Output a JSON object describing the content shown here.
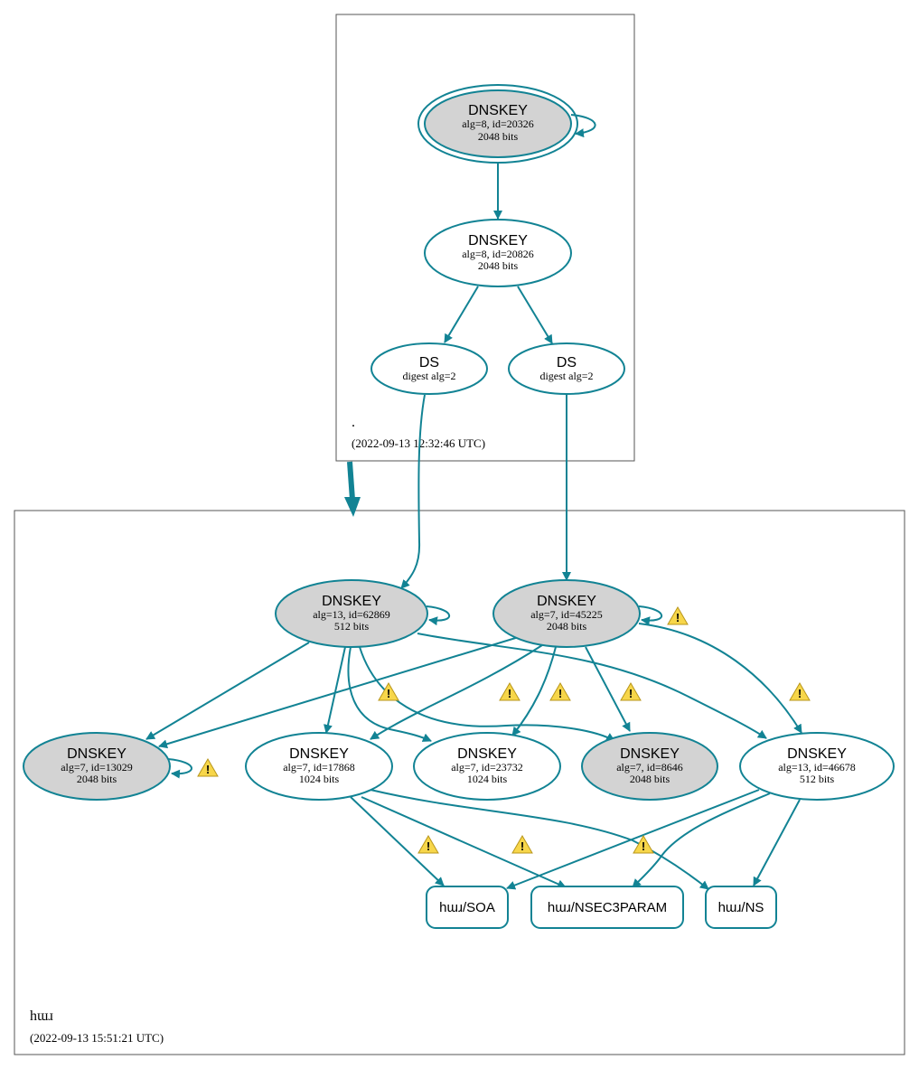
{
  "colors": {
    "edge": "#128394",
    "ksk_fill": "#d3d3d3",
    "warning_fill": "#f7d64a"
  },
  "zones": [
    {
      "name": ".",
      "date": "(2022-09-13 12:32:46 UTC)"
    },
    {
      "name": "hɯɹ",
      "date": "(2022-09-13 15:51:21 UTC)"
    }
  ],
  "nodes": {
    "root_dnskey_20326": {
      "title": "DNSKEY",
      "line1": "alg=8, id=20326",
      "line2": "2048 bits"
    },
    "root_dnskey_20826": {
      "title": "DNSKEY",
      "line1": "alg=8, id=20826",
      "line2": "2048 bits"
    },
    "root_ds_1": {
      "title": "DS",
      "line1": "digest alg=2"
    },
    "root_ds_2": {
      "title": "DS",
      "line1": "digest alg=2"
    },
    "dnskey_62869": {
      "title": "DNSKEY",
      "line1": "alg=13, id=62869",
      "line2": "512 bits"
    },
    "dnskey_45225": {
      "title": "DNSKEY",
      "line1": "alg=7, id=45225",
      "line2": "2048 bits"
    },
    "dnskey_13029": {
      "title": "DNSKEY",
      "line1": "alg=7, id=13029",
      "line2": "2048 bits"
    },
    "dnskey_17868": {
      "title": "DNSKEY",
      "line1": "alg=7, id=17868",
      "line2": "1024 bits"
    },
    "dnskey_23732": {
      "title": "DNSKEY",
      "line1": "alg=7, id=23732",
      "line2": "1024 bits"
    },
    "dnskey_8646": {
      "title": "DNSKEY",
      "line1": "alg=7, id=8646",
      "line2": "2048 bits"
    },
    "dnskey_46678": {
      "title": "DNSKEY",
      "line1": "alg=13, id=46678",
      "line2": "512 bits"
    }
  },
  "rrsets": {
    "soa": "hɯɹ/SOA",
    "nsec3param": "hɯɹ/NSEC3PARAM",
    "ns": "hɯɹ/NS"
  },
  "warning_glyph": "!"
}
